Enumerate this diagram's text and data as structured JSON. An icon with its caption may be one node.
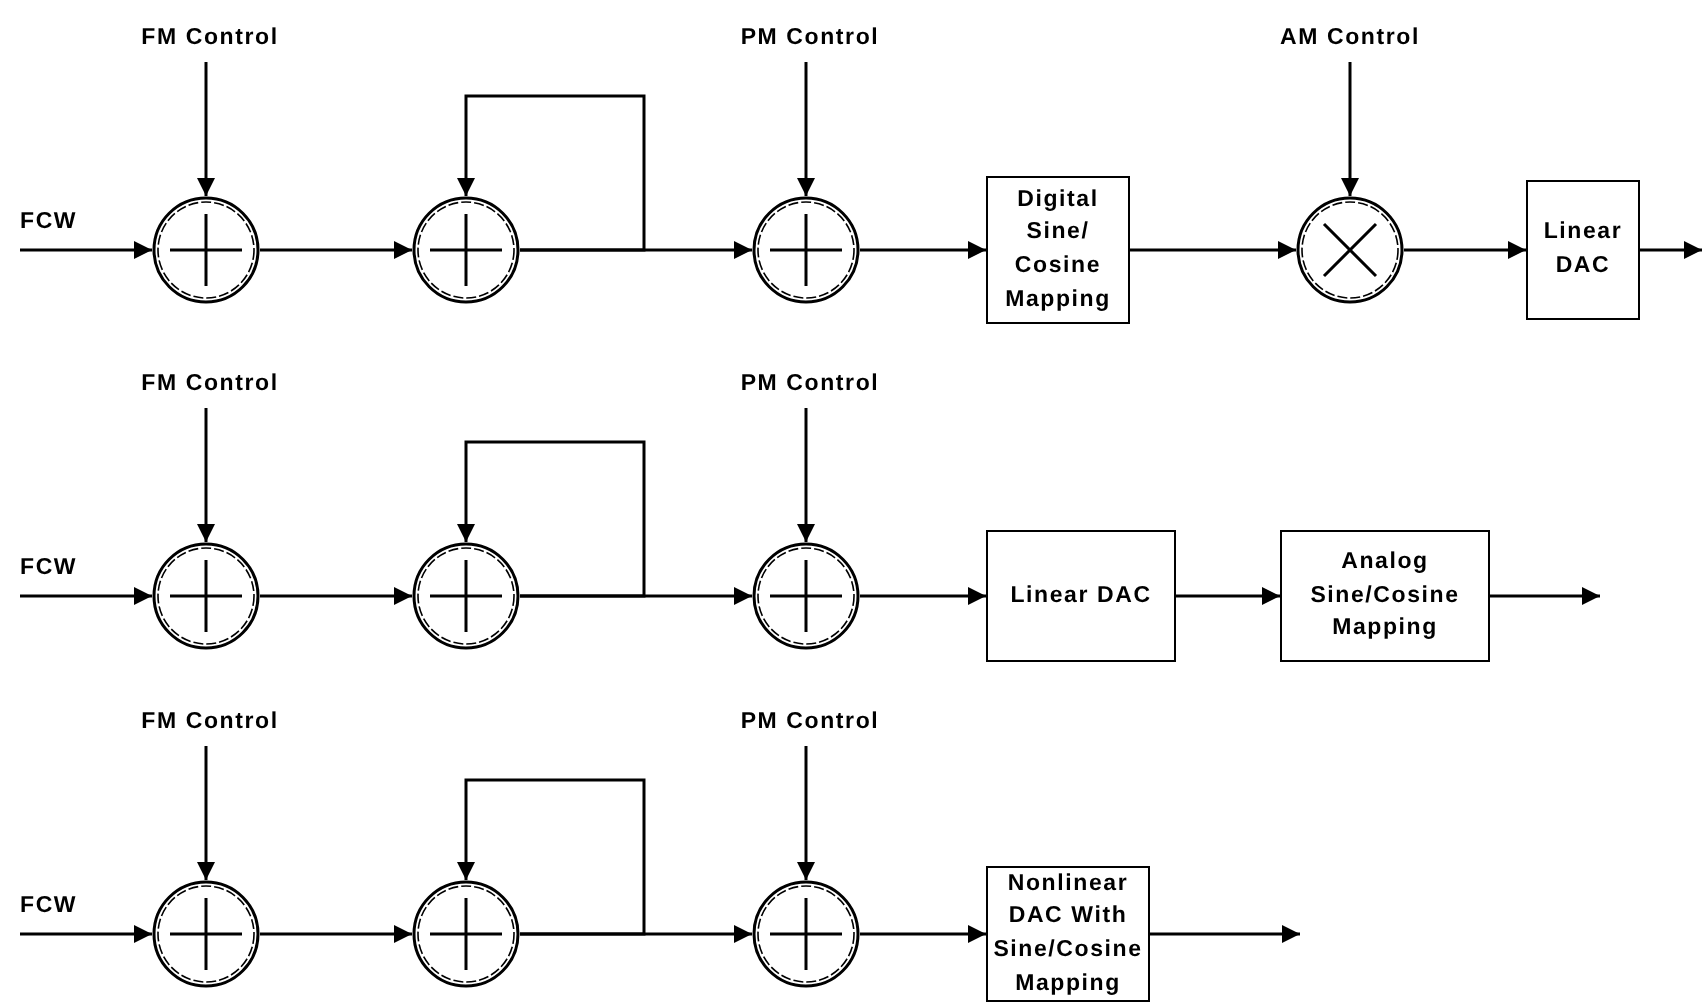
{
  "diagram": {
    "nodes": [
      {
        "text": [
          "FM Control"
        ]
      },
      {
        "text": [
          "PM Control"
        ]
      },
      {
        "text": [
          "AM Control"
        ]
      },
      {
        "text": [
          "FCW"
        ]
      },
      {
        "text": [],
        "shape": "circle"
      },
      {
        "text": [],
        "shape": "circle"
      },
      {
        "text": [],
        "shape": "circle"
      },
      {
        "text": [
          "Digital Sine/ Cosine Mapping"
        ]
      },
      {
        "text": [],
        "shape": "circle"
      },
      {
        "text": [
          "Linear DAC"
        ]
      },
      {
        "text": [
          "FM Control"
        ]
      },
      {
        "text": [
          "PM Control"
        ]
      },
      {
        "text": [
          "FCW"
        ]
      },
      {
        "text": [],
        "shape": "circle"
      },
      {
        "text": [],
        "shape": "circle"
      },
      {
        "text": [],
        "shape": "circle"
      },
      {
        "text": [
          "Linear DAC"
        ]
      },
      {
        "text": [
          "Analog Sine/Cosine Mapping"
        ]
      },
      {
        "text": [
          "FM Control"
        ]
      },
      {
        "text": [
          "PM Control"
        ]
      },
      {
        "text": [
          "FCW"
        ]
      },
      {
        "text": [],
        "shape": "circle"
      },
      {
        "text": [],
        "shape": "circle"
      },
      {
        "text": [],
        "shape": "circle"
      },
      {
        "text": [
          "Nonlinear DAC With Sine/Cosine Mapping"
        ]
      }
    ],
    "edges": [
      {
        "from": 3,
        "to": 4,
        "arrow": "to"
      },
      {
        "from": 0,
        "to": 4,
        "arrow": "to"
      },
      {
        "from": 4,
        "to": 5,
        "arrow": "to"
      },
      {
        "from": 5,
        "to": 5,
        "arrow": "to"
      },
      {
        "from": 5,
        "to": 6,
        "arrow": "to"
      },
      {
        "from": 1,
        "to": 6,
        "arrow": "to"
      },
      {
        "from": 6,
        "to": 7,
        "arrow": "to"
      },
      {
        "from": 7,
        "to": 8,
        "arrow": "to"
      },
      {
        "from": 2,
        "to": 8,
        "arrow": "to"
      },
      {
        "from": 8,
        "to": 9,
        "arrow": "to"
      },
      {
        "from": 9,
        "to": null,
        "arrow": "to"
      },
      {
        "from": 12,
        "to": 13,
        "arrow": "to"
      },
      {
        "from": 10,
        "to": 13,
        "arrow": "to"
      },
      {
        "from": 13,
        "to": 14,
        "arrow": "to"
      },
      {
        "from": 14,
        "to": 14,
        "arrow": "to"
      },
      {
        "from": 14,
        "to": 15,
        "arrow": "to"
      },
      {
        "from": 11,
        "to": 15,
        "arrow": "to"
      },
      {
        "from": 15,
        "to": 16,
        "arrow": "to"
      },
      {
        "from": 16,
        "to": 17,
        "arrow": "to"
      },
      {
        "from": 17,
        "to": null,
        "arrow": "to"
      },
      {
        "from": 20,
        "to": 21,
        "arrow": "to"
      },
      {
        "from": 18,
        "to": 21,
        "arrow": "to"
      },
      {
        "from": 21,
        "to": 22,
        "arrow": "to"
      },
      {
        "from": 22,
        "to": 22,
        "arrow": "to"
      },
      {
        "from": 22,
        "to": 23,
        "arrow": "to"
      },
      {
        "from": 19,
        "to": 23,
        "arrow": "to"
      },
      {
        "from": 23,
        "to": 24,
        "arrow": "to"
      },
      {
        "from": 24,
        "to": null,
        "arrow": "to"
      }
    ]
  }
}
